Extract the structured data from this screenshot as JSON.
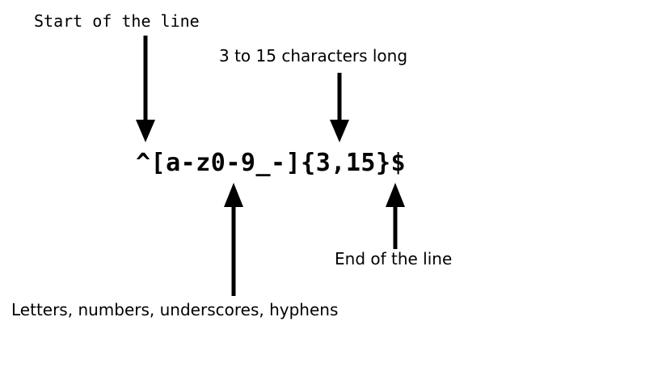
{
  "diagram": {
    "type": "regex-annotation",
    "expression": "^[a-z0-9_-]{3,15}$",
    "background_color": "#ffffff",
    "text_color": "#000000",
    "annotations": [
      {
        "id": "start-of-line",
        "label": "Start of the line",
        "target_token": "^",
        "arrow_direction": "down"
      },
      {
        "id": "length-quantifier",
        "label": "3 to 15 characters long",
        "target_token": "{3,15}",
        "arrow_direction": "down"
      },
      {
        "id": "end-of-line",
        "label": "End of the line",
        "target_token": "$",
        "arrow_direction": "up"
      },
      {
        "id": "character-class",
        "label": "Letters, numbers, underscores, hyphens",
        "target_token": "[a-z0-9_-]",
        "arrow_direction": "up"
      }
    ]
  }
}
